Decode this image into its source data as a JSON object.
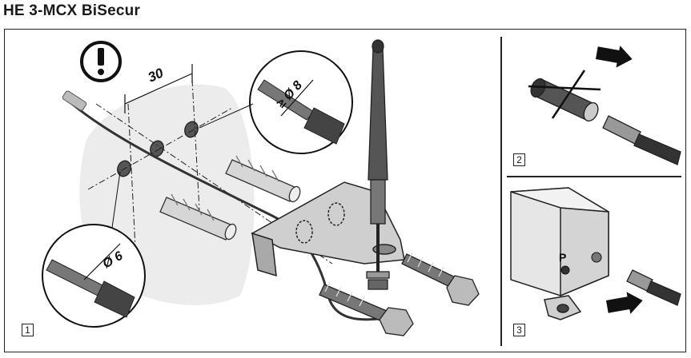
{
  "header": {
    "title": "HE 3-MCX BiSecur"
  },
  "panels": [
    {
      "number": "1"
    },
    {
      "number": "2"
    },
    {
      "number": "3"
    }
  ],
  "dimensions": {
    "spacing": "30",
    "drill_bit": "Ø 6",
    "min_depth": "≥ Ø 8"
  },
  "labels": {
    "programming_button": "P"
  },
  "colors": {
    "line": "#1a1a1a",
    "light_gray": "#e3e3e3",
    "mid_gray": "#9a9a9a",
    "dark": "#3a3a3a"
  }
}
